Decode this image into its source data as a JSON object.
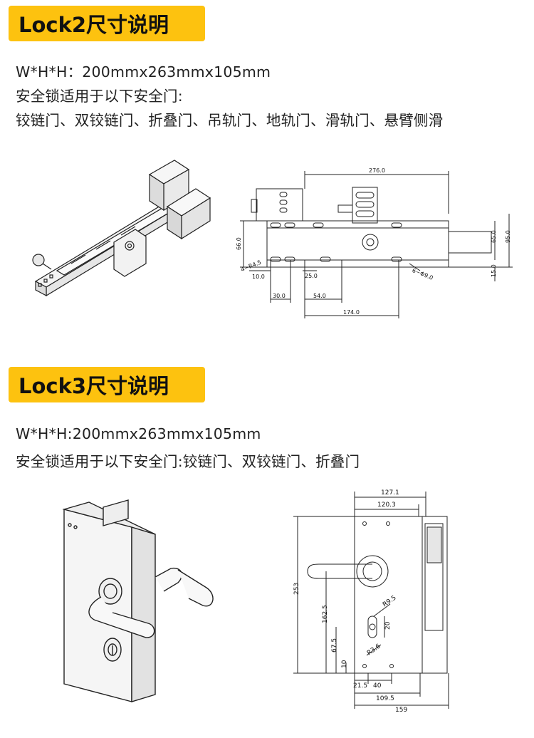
{
  "lock2": {
    "banner": "Lock2尺寸说明",
    "size_line": "W*H*H：200mmx263mmx105mm",
    "suitable_line": "安全锁适用于以下安全门:",
    "door_types_line": "铰链门、双铰链门、折叠门、吊轨门、地轨门、滑轨门、悬臂侧滑",
    "dims": {
      "d276": "276.0",
      "d66": "66.0",
      "r45": "4−R4.5",
      "d10": "10.0",
      "d30": "30.0",
      "d25": "25.0",
      "d54": "54.0",
      "d174": "174.0",
      "d65": "65.0",
      "d95": "95.0",
      "d15": "15.0",
      "phi9": "6−Φ9.0"
    }
  },
  "lock3": {
    "banner": "Lock3尺寸说明",
    "size_line": "W*H*H:200mmx263mmx105mm",
    "suitable_line": "安全锁适用于以下安全门:铰链门、双铰链门、折叠门",
    "dims": {
      "d127": "127.1",
      "d120": "120.3",
      "d253": "253",
      "d1625": "162.5",
      "r95": "R9.5",
      "d20": "20",
      "d675": "67.5",
      "r36": "R3.6",
      "d10": "10",
      "d215": "21.5",
      "d40": "40",
      "d1095": "109.5",
      "d159": "159"
    }
  }
}
